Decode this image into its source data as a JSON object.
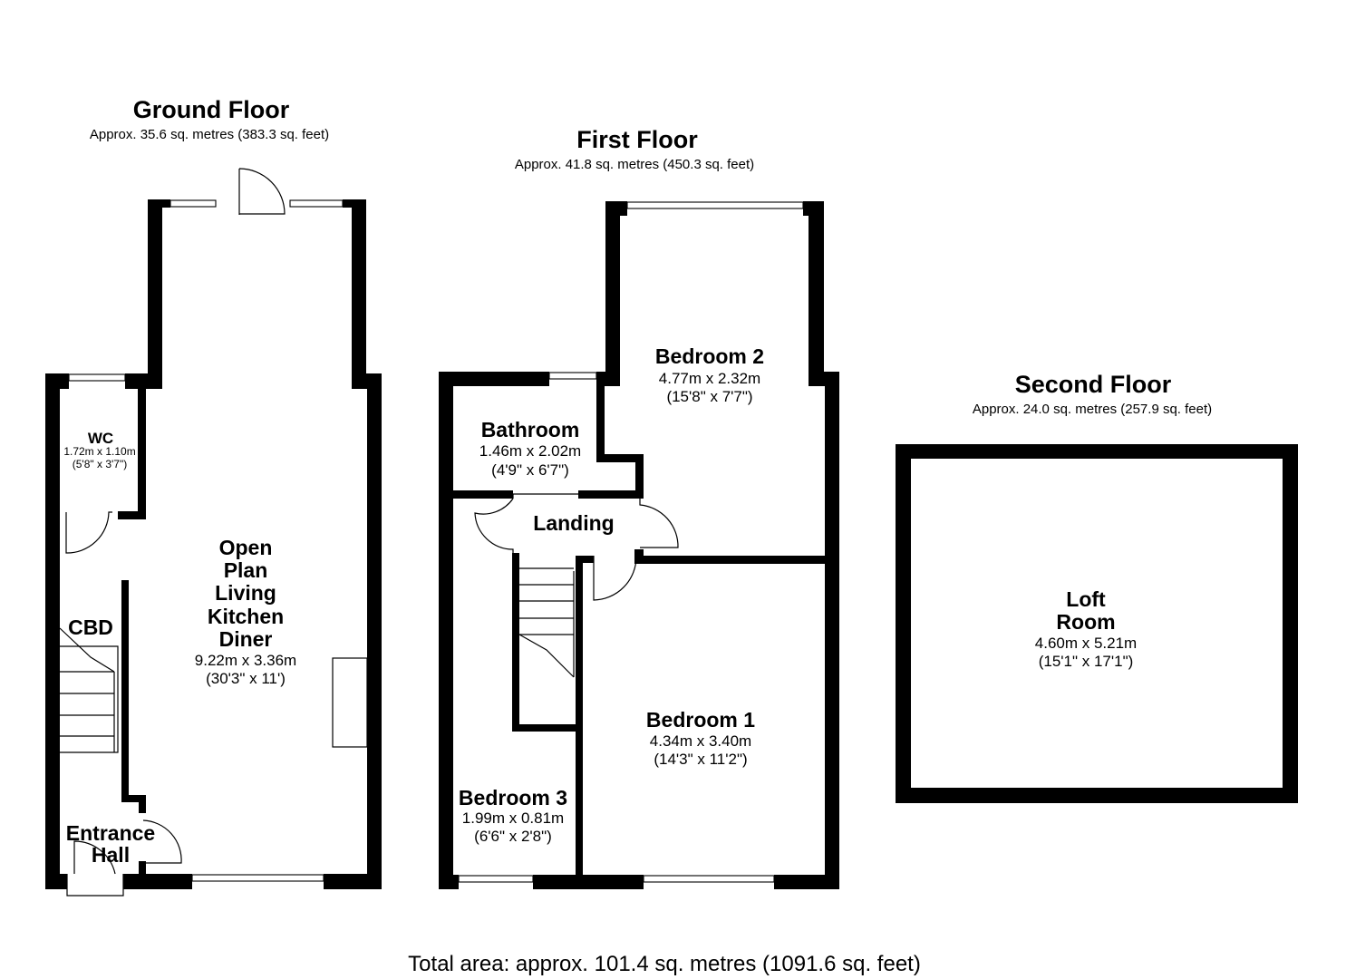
{
  "floors": {
    "ground": {
      "title": "Ground Floor",
      "area": "Approx. 35.6 sq. metres (383.3 sq. feet)",
      "rooms": {
        "wc": {
          "name": "WC",
          "dim_m": "1.72m x 1.10m",
          "dim_ft": "(5'8\" x 3'7\")"
        },
        "cbd": {
          "name": "CBD"
        },
        "open_plan": {
          "name_lines": [
            "Open",
            "Plan",
            "Living",
            "Kitchen",
            "Diner"
          ],
          "dim_m": "9.22m x 3.36m",
          "dim_ft": "(30'3\" x 11')"
        },
        "entrance": {
          "name_lines": [
            "Entrance",
            "Hall"
          ]
        }
      }
    },
    "first": {
      "title": "First Floor",
      "area": "Approx. 41.8 sq. metres (450.3 sq. feet)",
      "rooms": {
        "bedroom2": {
          "name": "Bedroom 2",
          "dim_m": "4.77m x 2.32m",
          "dim_ft": "(15'8\" x 7'7\")"
        },
        "bathroom": {
          "name": "Bathroom",
          "dim_m": "1.46m x 2.02m",
          "dim_ft": "(4'9\" x 6'7\")"
        },
        "landing": {
          "name": "Landing"
        },
        "bedroom1": {
          "name": "Bedroom 1",
          "dim_m": "4.34m x 3.40m",
          "dim_ft": "(14'3\" x 11'2\")"
        },
        "bedroom3": {
          "name": "Bedroom 3",
          "dim_m": "1.99m x 0.81m",
          "dim_ft": "(6'6\" x 2'8\")"
        }
      }
    },
    "second": {
      "title": "Second Floor",
      "area": "Approx. 24.0 sq. metres (257.9 sq. feet)",
      "rooms": {
        "loft": {
          "name_lines": [
            "Loft",
            "Room"
          ],
          "dim_m": "4.60m x 5.21m",
          "dim_ft": "(15'1\" x 17'1\")"
        }
      }
    }
  },
  "total_area": "Total area: approx. 101.4 sq. metres (1091.6 sq. feet)",
  "colors": {
    "wall": "#000000",
    "background": "#ffffff"
  }
}
